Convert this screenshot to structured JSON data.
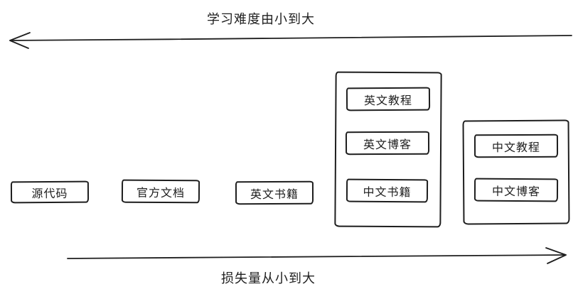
{
  "diagram": {
    "top_axis": {
      "label": "学习难度由小到大",
      "direction": "left"
    },
    "bottom_axis": {
      "label": "损失量从小到大",
      "direction": "right"
    },
    "standalone_boxes": {
      "source_code": "源代码",
      "official_docs": "官方文档",
      "english_books": "英文书籍"
    },
    "english_group": {
      "tutorials": "英文教程",
      "blogs": "英文博客",
      "books": "中文书籍"
    },
    "chinese_group": {
      "tutorials": "中文教程",
      "blogs": "中文博客"
    },
    "colors": {
      "stroke": "#1e1e1e",
      "background": "#ffffff"
    }
  }
}
